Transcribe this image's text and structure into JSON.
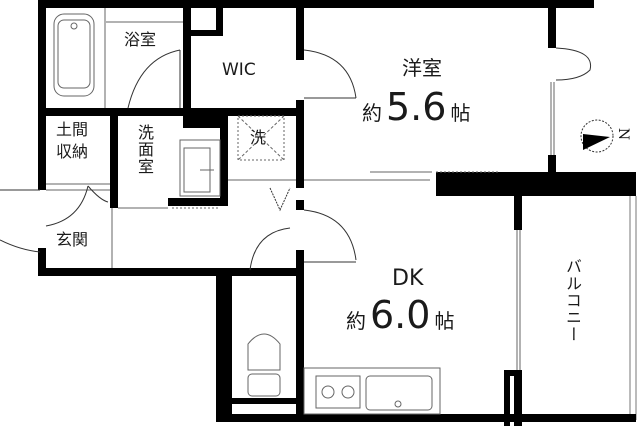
{
  "floor_plan": {
    "rooms": {
      "western_room": {
        "name": "洋室",
        "prefix": "約",
        "size": "5.6",
        "unit": "帖"
      },
      "dk": {
        "name": "DK",
        "prefix": "約",
        "size": "6.0",
        "unit": "帖"
      },
      "bath": {
        "name": "浴室"
      },
      "wic": {
        "name": "WIC"
      },
      "doma_storage": {
        "line1": "土間",
        "line2": "収納"
      },
      "washroom": {
        "name": "洗面室"
      },
      "laundry": {
        "name": "洗"
      },
      "entrance": {
        "name": "玄関"
      },
      "balcony": {
        "name": "バルコニー"
      }
    },
    "compass": {
      "label": "N"
    },
    "colors": {
      "wall": "#000000",
      "line": "#555555",
      "background": "#ffffff"
    }
  }
}
